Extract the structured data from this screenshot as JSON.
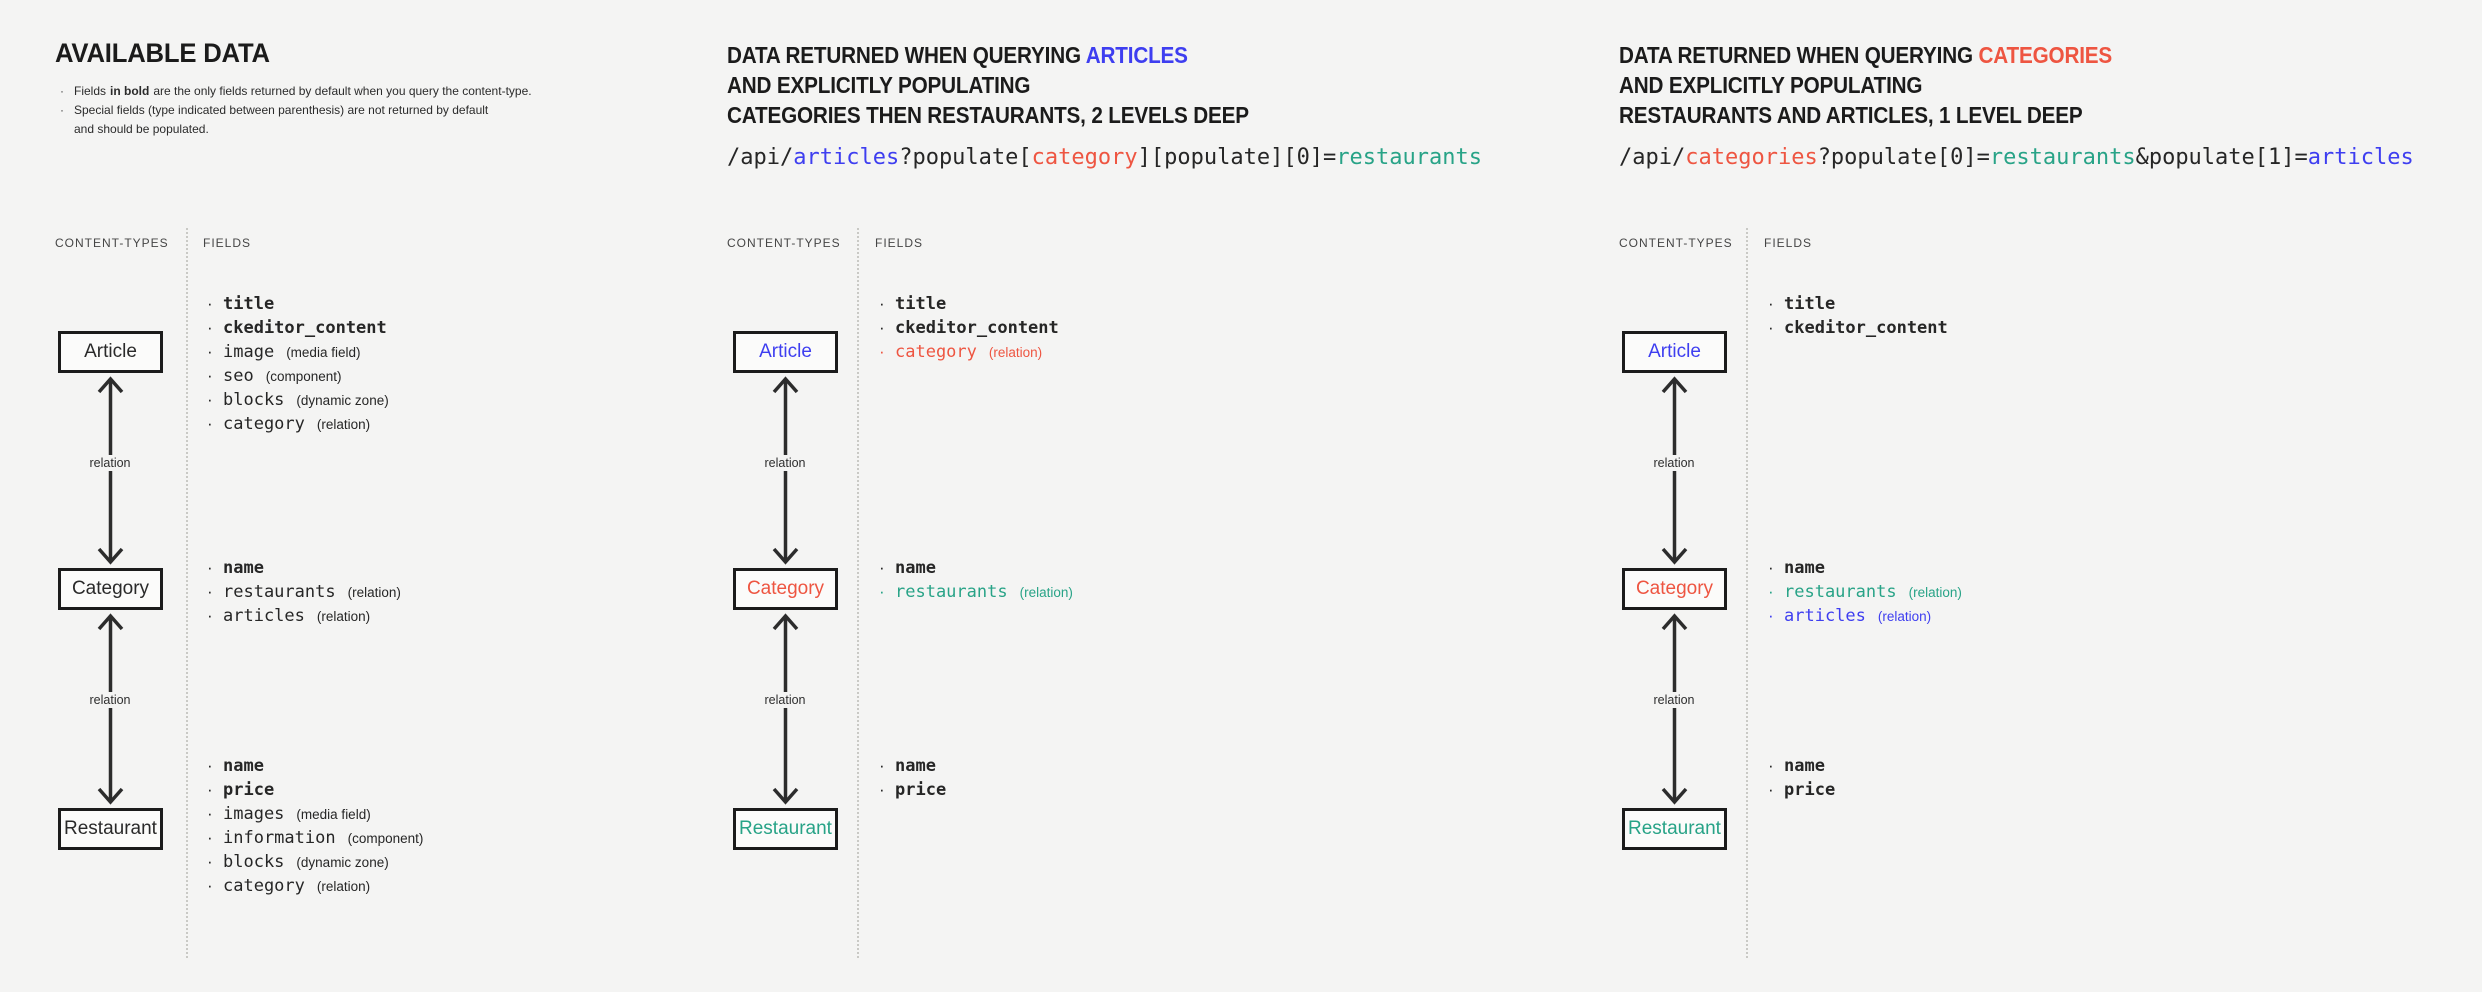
{
  "labels": {
    "content_types": "CONTENT-TYPES",
    "fields": "FIELDS",
    "relation": "relation",
    "bullet": "·"
  },
  "colors": {
    "background": "#f4f4f3",
    "text_dark": "#262626",
    "blue": "#3e3ef0",
    "red": "#ee5541",
    "green": "#28a387"
  },
  "panels": [
    {
      "title": "AVAILABLE DATA",
      "notes": {
        "note1_pre": "Fields",
        "note1_bold": "in bold",
        "note1_post": "are the only fields returned by default when you query the content-type.",
        "note2_line1": "Special fields (type indicated between parenthesis) are not returned by default",
        "note2_line2": "and should be populated."
      },
      "nodes": [
        {
          "label": "Article",
          "color": "#2a2a2a",
          "fields": [
            {
              "name": "title",
              "bold": true,
              "type": "",
              "color": "#262626"
            },
            {
              "name": "ckeditor_content",
              "bold": true,
              "type": "",
              "color": "#262626"
            },
            {
              "name": "image",
              "bold": false,
              "type": "(media field)",
              "color": "#262626"
            },
            {
              "name": "seo",
              "bold": false,
              "type": "(component)",
              "color": "#262626"
            },
            {
              "name": "blocks",
              "bold": false,
              "type": "(dynamic zone)",
              "color": "#262626"
            },
            {
              "name": "category",
              "bold": false,
              "type": "(relation)",
              "color": "#262626"
            }
          ]
        },
        {
          "label": "Category",
          "color": "#2a2a2a",
          "fields": [
            {
              "name": "name",
              "bold": true,
              "type": "",
              "color": "#262626"
            },
            {
              "name": "restaurants",
              "bold": false,
              "type": "(relation)",
              "color": "#262626"
            },
            {
              "name": "articles",
              "bold": false,
              "type": "(relation)",
              "color": "#262626"
            }
          ]
        },
        {
          "label": "Restaurant",
          "color": "#2a2a2a",
          "fields": [
            {
              "name": "name",
              "bold": true,
              "type": "",
              "color": "#262626"
            },
            {
              "name": "price",
              "bold": true,
              "type": "",
              "color": "#262626"
            },
            {
              "name": "images",
              "bold": false,
              "type": "(media field)",
              "color": "#262626"
            },
            {
              "name": "information",
              "bold": false,
              "type": "(component)",
              "color": "#262626"
            },
            {
              "name": "blocks",
              "bold": false,
              "type": "(dynamic zone)",
              "color": "#262626"
            },
            {
              "name": "category",
              "bold": false,
              "type": "(relation)",
              "color": "#262626"
            }
          ]
        }
      ]
    },
    {
      "heading": {
        "line1_pre": "DATA RETURNED WHEN QUERYING",
        "line1_hi": "ARTICLES",
        "line1_hi_color": "#3e3ef0",
        "line2": "AND EXPLICITLY POPULATING",
        "line3": "CATEGORIES THEN RESTAURANTS, 2 LEVELS DEEP"
      },
      "code": [
        {
          "t": "/api/",
          "c": "#262626"
        },
        {
          "t": "articles",
          "c": "#3e3ef0"
        },
        {
          "t": "?populate[",
          "c": "#262626"
        },
        {
          "t": "category",
          "c": "#ee5541"
        },
        {
          "t": "][populate][0]=",
          "c": "#262626"
        },
        {
          "t": "restaurants",
          "c": "#28a387"
        }
      ],
      "nodes": [
        {
          "label": "Article",
          "color": "#3e3ef0",
          "fields": [
            {
              "name": "title",
              "bold": true,
              "type": "",
              "color": "#262626"
            },
            {
              "name": "ckeditor_content",
              "bold": true,
              "type": "",
              "color": "#262626"
            },
            {
              "name": "category",
              "bold": false,
              "type": "(relation)",
              "color": "#ee5541"
            }
          ]
        },
        {
          "label": "Category",
          "color": "#ee5541",
          "fields": [
            {
              "name": "name",
              "bold": true,
              "type": "",
              "color": "#262626"
            },
            {
              "name": "restaurants",
              "bold": false,
              "type": "(relation)",
              "color": "#28a387"
            }
          ]
        },
        {
          "label": "Restaurant",
          "color": "#28a387",
          "fields": [
            {
              "name": "name",
              "bold": true,
              "type": "",
              "color": "#262626"
            },
            {
              "name": "price",
              "bold": true,
              "type": "",
              "color": "#262626"
            }
          ]
        }
      ]
    },
    {
      "heading": {
        "line1_pre": "DATA RETURNED WHEN QUERYING",
        "line1_hi": "CATEGORIES",
        "line1_hi_color": "#ee5541",
        "line2": "AND EXPLICITLY POPULATING",
        "line3": "RESTAURANTS AND ARTICLES, 1 LEVEL DEEP"
      },
      "code": [
        {
          "t": "/api/",
          "c": "#262626"
        },
        {
          "t": "categories",
          "c": "#ee5541"
        },
        {
          "t": "?populate[0]=",
          "c": "#262626"
        },
        {
          "t": "restaurants",
          "c": "#28a387"
        },
        {
          "t": "&populate[1]=",
          "c": "#262626"
        },
        {
          "t": "articles",
          "c": "#3e3ef0"
        }
      ],
      "nodes": [
        {
          "label": "Article",
          "color": "#3e3ef0",
          "fields": [
            {
              "name": "title",
              "bold": true,
              "type": "",
              "color": "#262626"
            },
            {
              "name": "ckeditor_content",
              "bold": true,
              "type": "",
              "color": "#262626"
            }
          ]
        },
        {
          "label": "Category",
          "color": "#ee5541",
          "fields": [
            {
              "name": "name",
              "bold": true,
              "type": "",
              "color": "#262626"
            },
            {
              "name": "restaurants",
              "bold": false,
              "type": "(relation)",
              "color": "#28a387"
            },
            {
              "name": "articles",
              "bold": false,
              "type": "(relation)",
              "color": "#3e3ef0"
            }
          ]
        },
        {
          "label": "Restaurant",
          "color": "#28a387",
          "fields": [
            {
              "name": "name",
              "bold": true,
              "type": "",
              "color": "#262626"
            },
            {
              "name": "price",
              "bold": true,
              "type": "",
              "color": "#262626"
            }
          ]
        }
      ]
    }
  ]
}
